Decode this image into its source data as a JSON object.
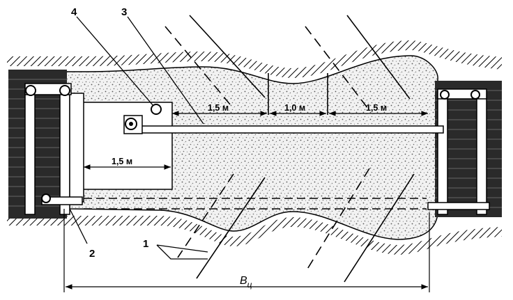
{
  "diagram": {
    "callouts": {
      "c1": "1",
      "c2": "2",
      "c3": "3",
      "c4": "4"
    },
    "dimensions": {
      "d_left": "1,5 м",
      "d_mid": "1,0 м",
      "d_right": "1,5 м",
      "d_lower": "1,5 м"
    },
    "width_label": {
      "main": "В",
      "sub": "ц"
    }
  }
}
